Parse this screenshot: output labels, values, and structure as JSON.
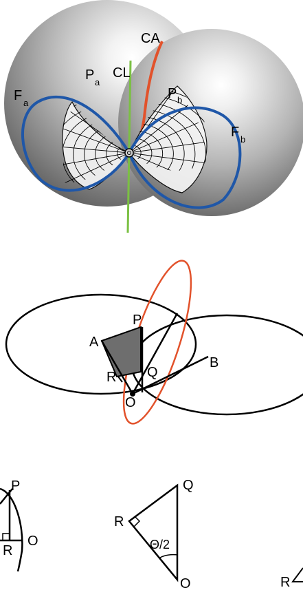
{
  "figure": {
    "panel_top": {
      "labels": {
        "ca": "CA",
        "cl": "CL",
        "pa_main": "P",
        "pa_sub": "a",
        "pb_main": "P",
        "pb_sub": "b",
        "fa_main": "F",
        "fa_sub": "a",
        "fb_main": "F",
        "fb_sub": "b"
      },
      "colors": {
        "sphere_dark": "#6b6b6b",
        "sphere_mid": "#a9a9a9",
        "sphere_light": "#ffffff",
        "circle_blue": "#1f57a8",
        "contact_red": "#e2522b",
        "axis_green": "#7bc043",
        "grid_black": "#000000"
      }
    },
    "panel_middle": {
      "labels": {
        "a": "A",
        "p": "P",
        "b": "B",
        "r": "R",
        "q": "Q",
        "o": "O"
      },
      "colors": {
        "ellipse_red": "#e2522b",
        "triangle_fill": "#6e6e6e"
      }
    },
    "panel_bottom": {
      "left": {
        "p": "P",
        "r": "R",
        "o": "O"
      },
      "middle": {
        "q": "Q",
        "r": "R",
        "o": "O",
        "angle": "Θ/2"
      },
      "right": {
        "r": "R"
      }
    }
  }
}
